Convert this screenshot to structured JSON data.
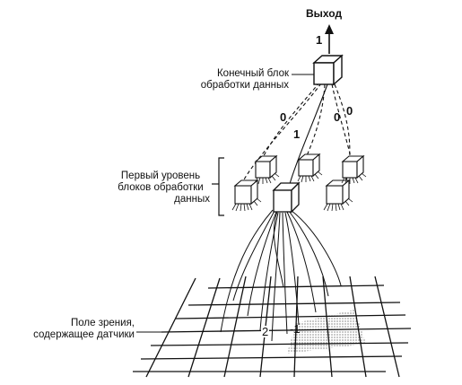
{
  "labels": {
    "output": "Выход",
    "final_unit_line1": "Конечный блок",
    "final_unit_line2": "обработки данных",
    "first_level_line1": "Первый уровень",
    "first_level_line2": "блоков обработки",
    "first_level_line3": "данных",
    "field_line1": "Поле зрения,",
    "field_line2": "содержащее датчики"
  },
  "numbers": {
    "output_value": "1",
    "conn_left": "0",
    "conn_center": "1",
    "conn_right_inner": "0",
    "conn_right_outer": "0",
    "weight_pos": "2",
    "weight_neg": "-1"
  }
}
